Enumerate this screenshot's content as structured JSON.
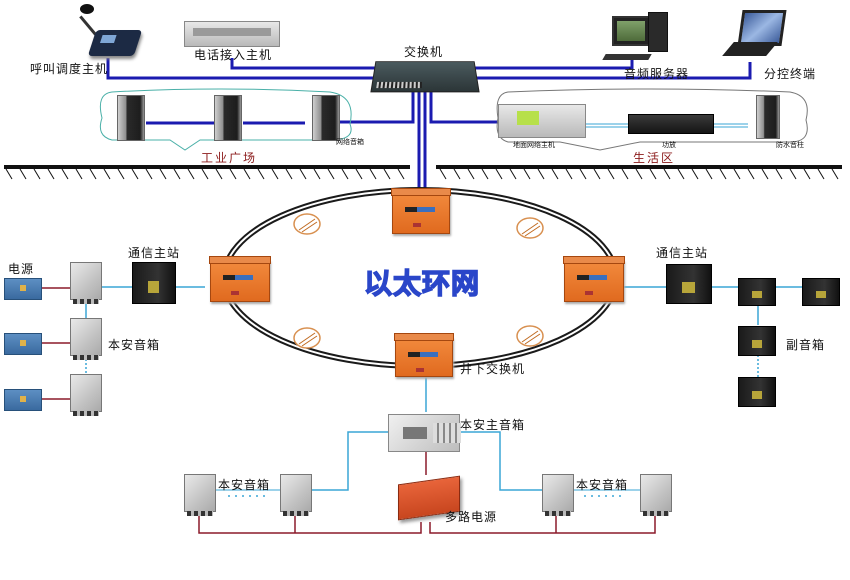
{
  "diagram": {
    "title": "Mine broadcast / communication network topology",
    "ring_label": "以太环网",
    "surface": {
      "devices": {
        "call_dispatch": "呼叫调度主机",
        "phone_access": "电话接入主机",
        "switch": "交换机",
        "audio_server": "音频服务器",
        "control_terminal": "分控终端"
      },
      "industrial_square": {
        "label": "工业广场",
        "speaker_label": "网络音箱"
      },
      "living_area": {
        "label": "生活区",
        "host_label": "地面网络主机",
        "amp_label": "功放",
        "column_label": "防水音柱"
      }
    },
    "underground": {
      "switch_label": "井下交换机",
      "left_station": {
        "station_label": "通信主站",
        "power_label": "电源",
        "speaker_label": "本安音箱"
      },
      "right_station": {
        "station_label": "通信主站",
        "sub_speaker_label": "副音箱"
      },
      "bottom": {
        "main_speaker_label": "本安主音箱",
        "left_speaker_label": "本安音箱",
        "right_speaker_label": "本安音箱",
        "multi_power_label": "多路电源"
      }
    },
    "colors": {
      "backbone_blue": "#1b1bb0",
      "ethernet_cyan": "#3aa6d6",
      "power_red": "#8b1a2a",
      "ring_black": "#1a1a1a",
      "ground_line": "#111111",
      "area_label_red": "#8b1a1a",
      "ring_text_stroke": "#2a46c9"
    }
  }
}
